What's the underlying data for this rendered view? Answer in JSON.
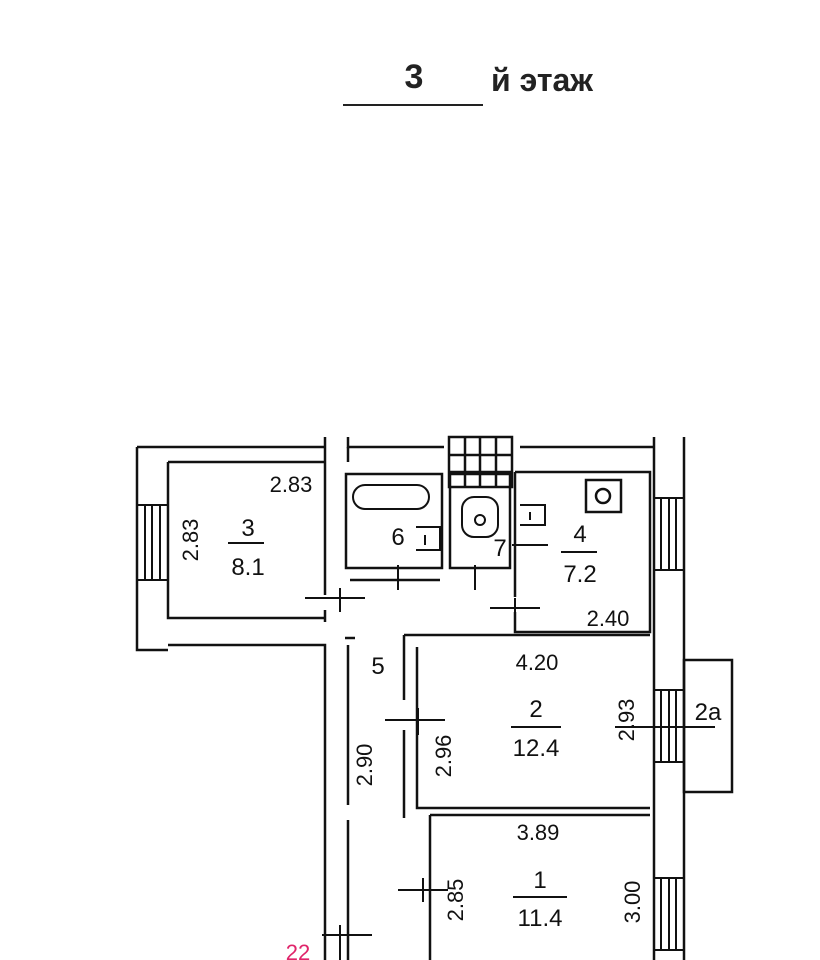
{
  "header": {
    "floor_number": "3",
    "floor_suffix": "й этаж"
  },
  "rooms": [
    {
      "id": "3",
      "area": "8.1",
      "dims": [
        "2.83",
        "2.83"
      ]
    },
    {
      "id": "6",
      "area": ""
    },
    {
      "id": "7",
      "area": ""
    },
    {
      "id": "4",
      "area": "7.2",
      "dims": [
        "2.40"
      ]
    },
    {
      "id": "5",
      "area": "",
      "dims": [
        "2.90"
      ]
    },
    {
      "id": "2",
      "area": "12.4",
      "dims": [
        "4.20",
        "2.96",
        "2.93"
      ]
    },
    {
      "id": "2а",
      "area": ""
    },
    {
      "id": "1",
      "area": "11.4",
      "dims": [
        "3.89",
        "2.85",
        "3.00"
      ]
    }
  ],
  "labels": {
    "r3_num": "3",
    "r3_area": "8.1",
    "r3_w": "2.83",
    "r3_h": "2.83",
    "r6_num": "6",
    "r7_num": "7",
    "r4_num": "4",
    "r4_area": "7.2",
    "r4_w": "2.40",
    "r5_num": "5",
    "r5_h": "2.90",
    "r2_num": "2",
    "r2_area": "12.4",
    "r2_w": "4.20",
    "r2_h": "2.96",
    "r2_h2": "2.93",
    "r2a_num": "2а",
    "r1_num": "1",
    "r1_area": "11.4",
    "r1_w": "3.89",
    "r1_h": "2.85",
    "r1_h2": "3.00",
    "corner_mark": "22"
  },
  "colors": {
    "line": "#111111",
    "corner_mark": "#e0246a"
  }
}
